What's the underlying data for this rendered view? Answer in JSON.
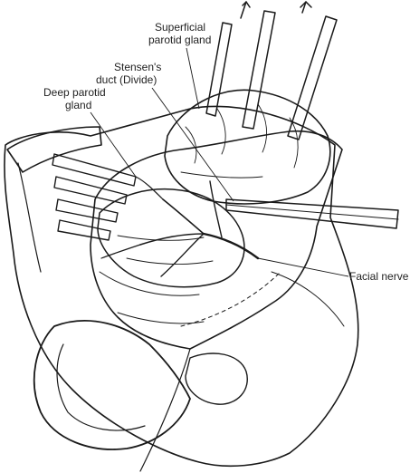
{
  "labels": {
    "superficial_line1": "Superficial",
    "superficial_line2": "parotid gland",
    "stensen_line1": "Stensen's",
    "stensen_line2": "duct (Divide)",
    "deep_line1": "Deep parotid",
    "deep_line2": "gland",
    "facial_nerve": "Facial nerve"
  },
  "colors": {
    "ink": "#1a1a1a",
    "skin_shade": "#d9d9d9",
    "gland_shade": "#bdbdbd",
    "deep_shade": "#a8a8a8",
    "instrument": "#ededed"
  }
}
